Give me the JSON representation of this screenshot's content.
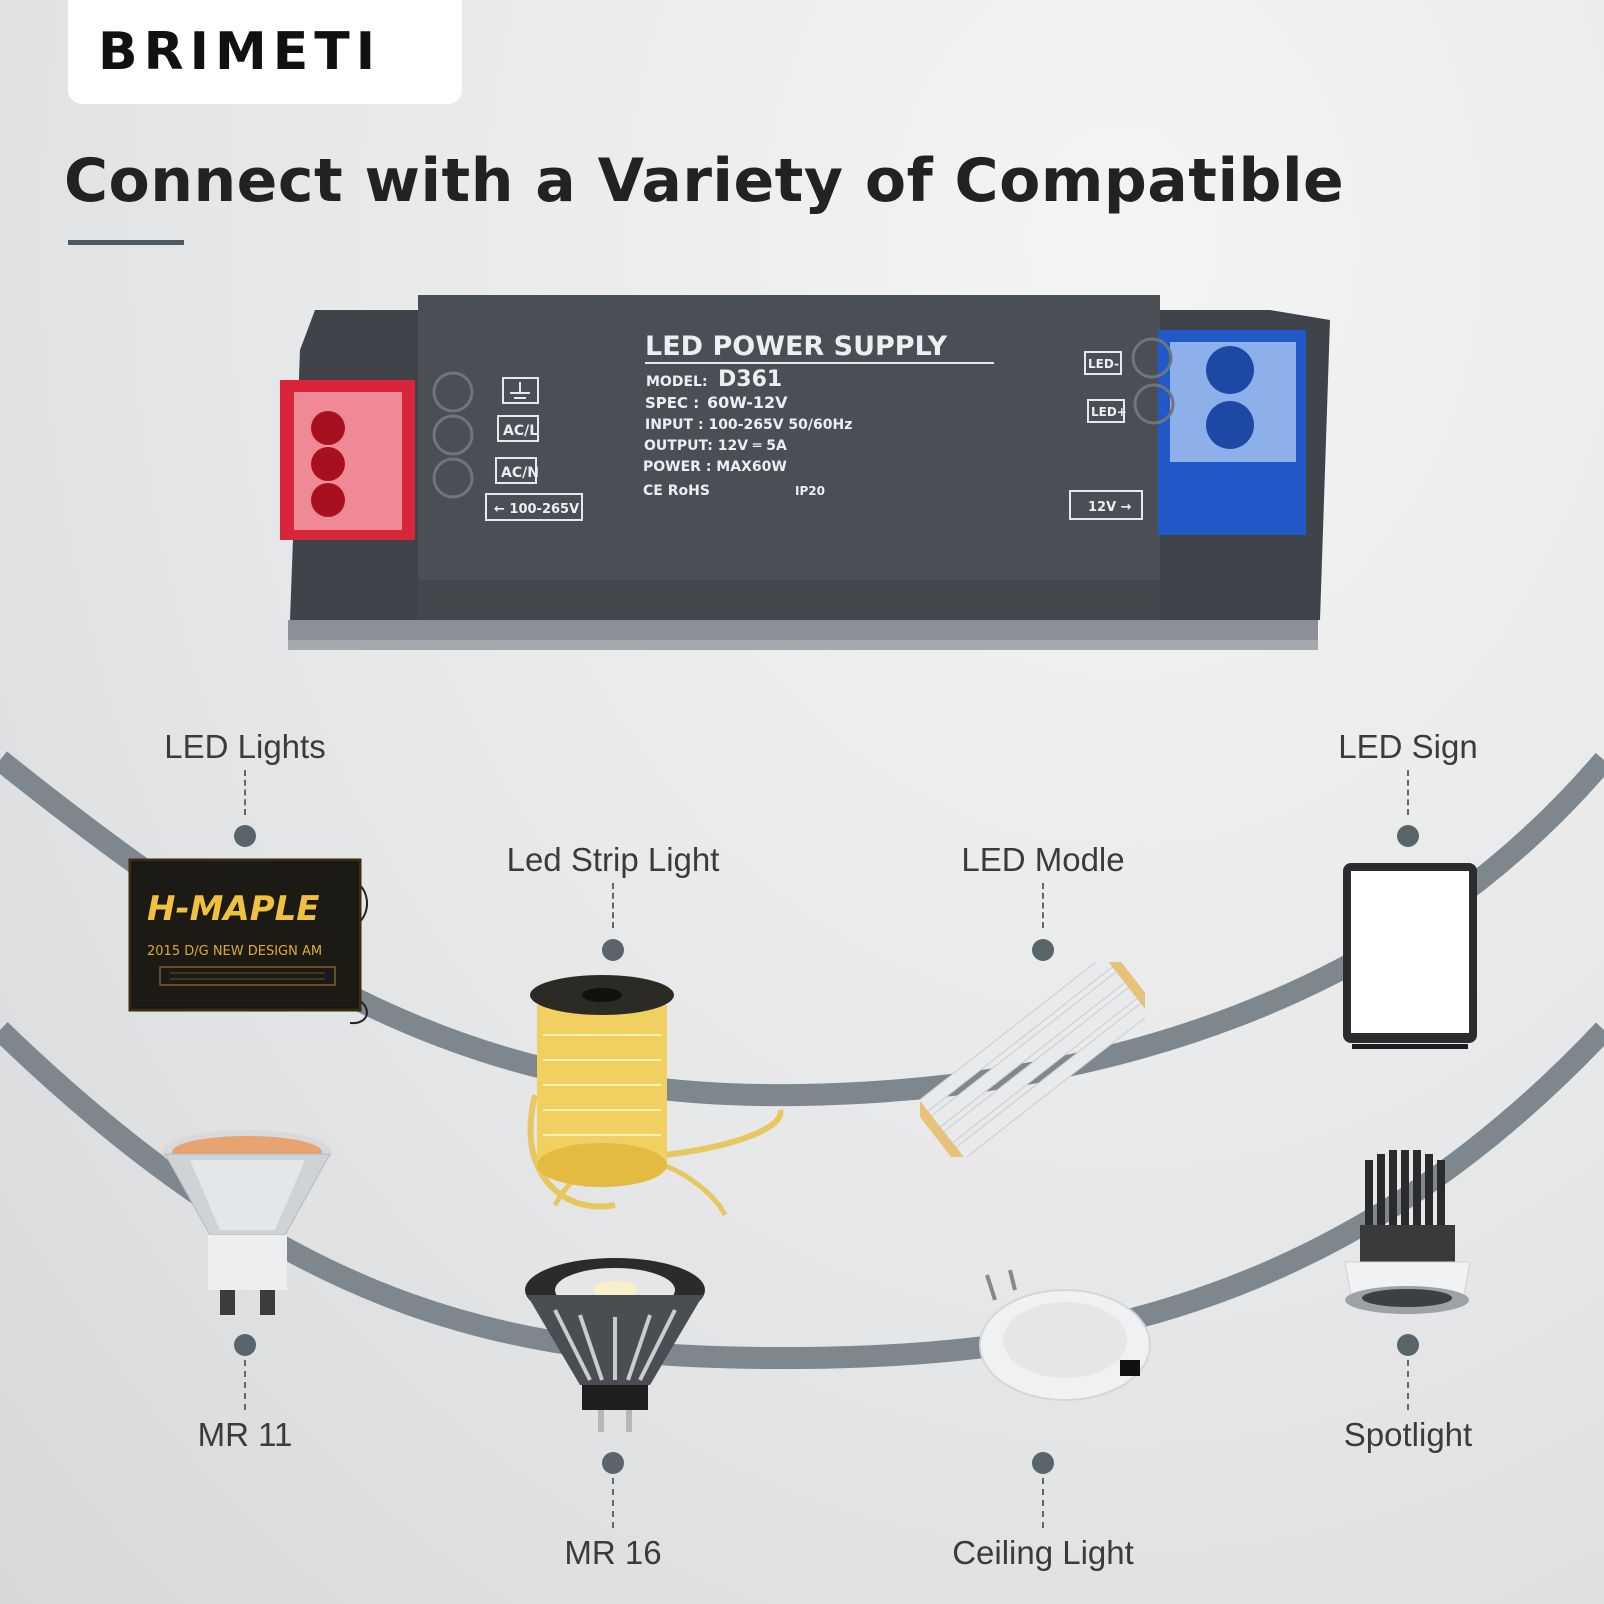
{
  "brand": {
    "logo": "BRIMETI"
  },
  "headline": "Connect with a Variety of Compatible",
  "colors": {
    "accent": "#4e5a63",
    "curve": "#7d878d",
    "driver_body": "#4a4f55",
    "terminal_red": "#d9253a",
    "terminal_blue": "#2259c8"
  },
  "driver": {
    "title": "LED POWER SUPPLY",
    "model_label": "MODEL:",
    "model": "D361",
    "spec_label": "SPEC :",
    "spec": "60W-12V",
    "input": "INPUT : 100-265V 50/60Hz",
    "output": "OUTPUT: 12V ═ 5A",
    "power": "POWER : MAX60W",
    "certs": "CE RoHS",
    "ip": "IP20",
    "ac_l": "AC/L",
    "ac_n": "AC/N",
    "input_arrow": "← 100-265V",
    "led_minus": "LED-",
    "led_plus": "LED+",
    "output_arrow": "12V →"
  },
  "products": {
    "led_lights": {
      "label": "LED Lights",
      "sign_title": "H-MAPLE",
      "sign_sub": "2015 D/G   NEW  DESIGN  AM"
    },
    "led_strip": {
      "label": "Led Strip Light"
    },
    "led_module": {
      "label": "LED Modle"
    },
    "led_sign": {
      "label": "LED Sign"
    },
    "mr11": {
      "label": "MR 11"
    },
    "mr16": {
      "label": "MR 16"
    },
    "ceiling": {
      "label": "Ceiling Light"
    },
    "spotlight": {
      "label": "Spotlight"
    }
  }
}
